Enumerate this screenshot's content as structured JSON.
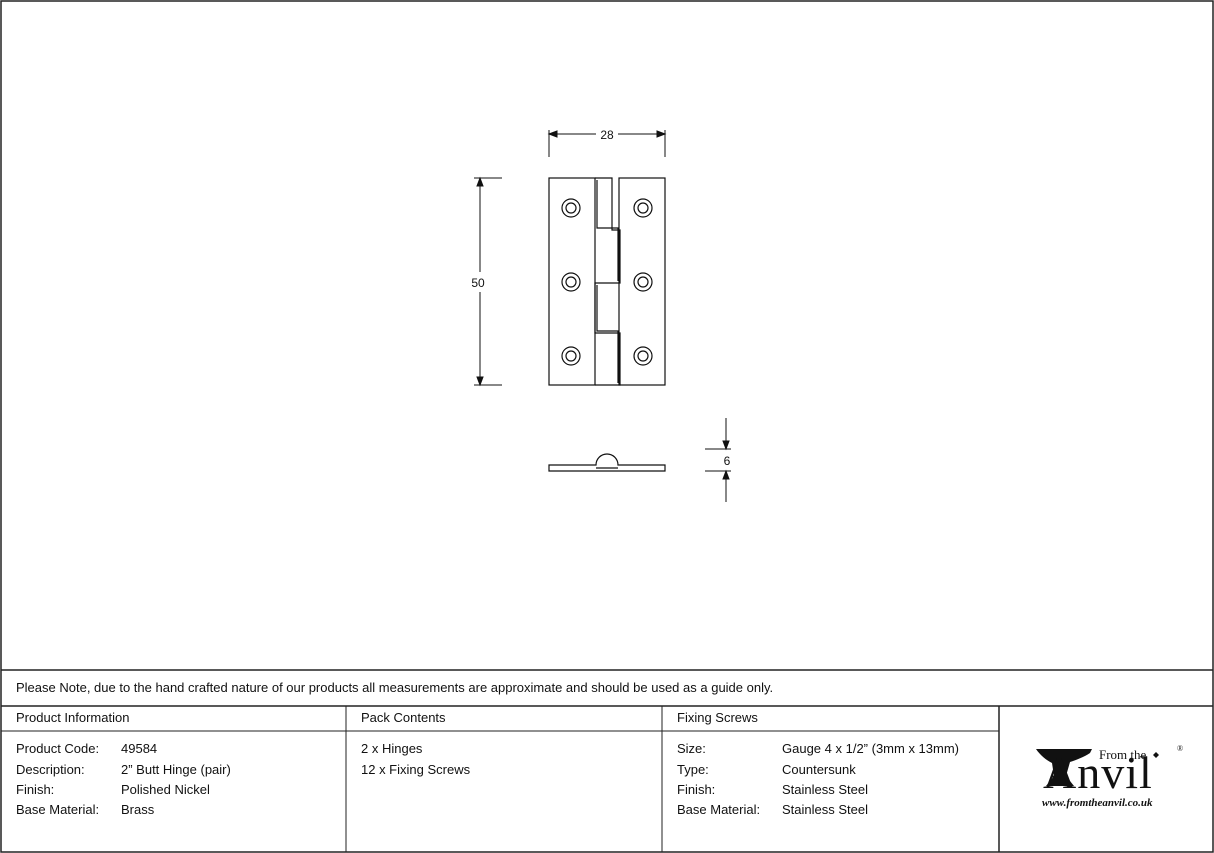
{
  "drawing": {
    "width_label": "28",
    "height_label": "50",
    "depth_label": "6"
  },
  "note": "Please Note, due to the hand crafted nature of our products all measurements are approximate and should be used as a guide only.",
  "product_information": {
    "heading": "Product Information",
    "rows": [
      {
        "label": "Product Code:",
        "value": "49584"
      },
      {
        "label": "Description:",
        "value": "2” Butt Hinge (pair)"
      },
      {
        "label": "Finish:",
        "value": "Polished Nickel"
      },
      {
        "label": "Base Material:",
        "value": "Brass"
      }
    ]
  },
  "pack_contents": {
    "heading": "Pack Contents",
    "items": [
      "2 x Hinges",
      "12 x Fixing Screws"
    ]
  },
  "fixing_screws": {
    "heading": "Fixing Screws",
    "rows": [
      {
        "label": "Size:",
        "value": "Gauge 4 x 1/2” (3mm x 13mm)"
      },
      {
        "label": "Type:",
        "value": "Countersunk"
      },
      {
        "label": "Finish:",
        "value": "Stainless Steel"
      },
      {
        "label": "Base Material:",
        "value": "Stainless Steel"
      }
    ]
  },
  "logo": {
    "from_the": "From the",
    "name": "Anvil",
    "registered": "®",
    "url": "www.fromtheanvil.co.uk"
  }
}
